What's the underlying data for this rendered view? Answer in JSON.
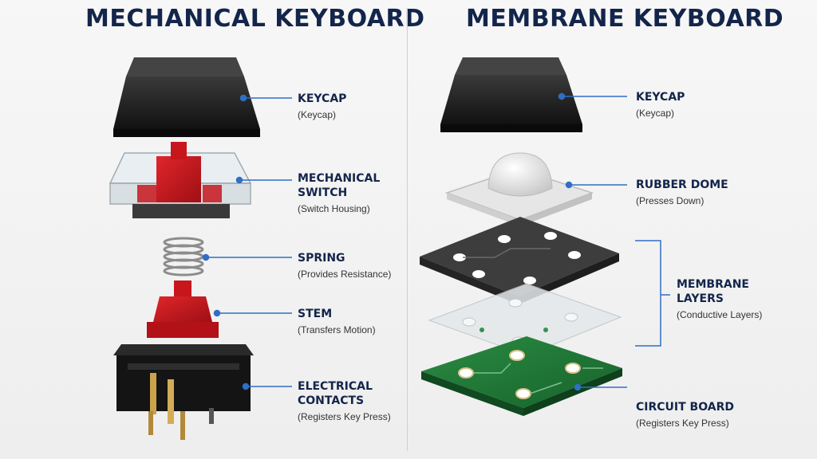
{
  "mechanical": {
    "title": "MECHANICAL KEYBOARD",
    "parts": [
      {
        "title": "KEYCAP",
        "subtitle": "(Keycap)"
      },
      {
        "title": "MECHANICAL\nSWITCH",
        "subtitle": "(Switch Housing)"
      },
      {
        "title": "SPRING",
        "subtitle": "(Provides Resistance)"
      },
      {
        "title": "STEM",
        "subtitle": "(Transfers Motion)"
      },
      {
        "title": "ELECTRICAL\nCONTACTS",
        "subtitle": "(Registers Key Press)"
      }
    ]
  },
  "membrane": {
    "title": "MEMBRANE KEYBOARD",
    "parts": [
      {
        "title": "KEYCAP",
        "subtitle": "(Keycap)"
      },
      {
        "title": "RUBBER DOME",
        "subtitle": "(Presses Down)"
      },
      {
        "title": "MEMBRANE\nLAYERS",
        "subtitle": "(Conductive Layers)"
      },
      {
        "title": "CIRCUIT BOARD",
        "subtitle": "(Registers Key Press)"
      }
    ]
  },
  "colors": {
    "heading": "#13254a",
    "leader_line": "#2f6fc5",
    "switch_red": "#c8161d",
    "pcb_green": "#1f7a35",
    "keycap_black": "#1c1c1c"
  },
  "icons": [
    "keycap-icon",
    "switch-housing-icon",
    "spring-icon",
    "stem-icon",
    "contacts-icon",
    "rubber-dome-icon",
    "membrane-layer-icon",
    "circuit-board-icon"
  ]
}
